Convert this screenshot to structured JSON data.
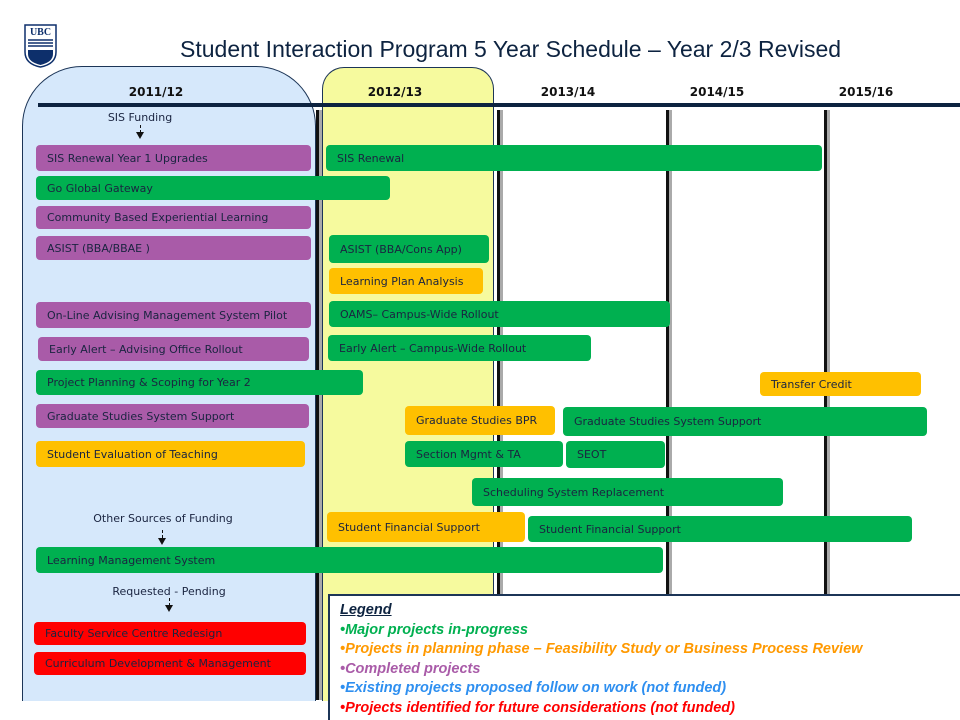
{
  "title": "Student Interaction Program 5 Year Schedule – Year 2/3 Revised",
  "logo_text": "UBC",
  "years": [
    "2011/12",
    "2012/13",
    "2013/14",
    "2014/15",
    "2015/16"
  ],
  "notes": {
    "sis_funding": "SIS Funding",
    "other_funding": "Other Sources of Funding",
    "requested": "Requested - Pending"
  },
  "colors": {
    "green": "#00b050",
    "purple": "#a95ba8",
    "orange": "#ffc000",
    "red": "#ff0000",
    "blue": "#2e8ff0"
  },
  "bars": [
    {
      "label": "SIS Renewal Year 1 Upgrades",
      "status": "completed"
    },
    {
      "label": "SIS Renewal",
      "status": "in-progress"
    },
    {
      "label": "Go Global Gateway",
      "status": "in-progress"
    },
    {
      "label": "Community Based Experiential Learning",
      "status": "completed"
    },
    {
      "label": "ASIST  (BBA/BBAE )",
      "status": "completed"
    },
    {
      "label": "ASIST  (BBA/Cons App)",
      "status": "in-progress"
    },
    {
      "label": "Learning Plan Analysis",
      "status": "planning"
    },
    {
      "label": "On-Line Advising Management System Pilot",
      "status": "completed"
    },
    {
      "label": "OAMS– Campus-Wide Rollout",
      "status": "in-progress"
    },
    {
      "label": "Early Alert – Advising Office Rollout",
      "status": "completed"
    },
    {
      "label": "Early Alert – Campus-Wide Rollout",
      "status": "in-progress"
    },
    {
      "label": "Project Planning & Scoping for Year 2",
      "status": "in-progress"
    },
    {
      "label": "Transfer Credit",
      "status": "planning"
    },
    {
      "label": "Graduate Studies System Support",
      "status": "completed"
    },
    {
      "label": "Graduate Studies BPR",
      "status": "planning"
    },
    {
      "label": "Graduate Studies System Support",
      "status": "in-progress"
    },
    {
      "label": "Student Evaluation of Teaching",
      "status": "planning"
    },
    {
      "label": "Section Mgmt & TA",
      "status": "in-progress"
    },
    {
      "label": "SEOT",
      "status": "in-progress"
    },
    {
      "label": "Scheduling System Replacement",
      "status": "in-progress"
    },
    {
      "label": "Student Financial Support",
      "status": "planning"
    },
    {
      "label": "Student Financial Support",
      "status": "in-progress"
    },
    {
      "label": "Learning Management System",
      "status": "in-progress"
    },
    {
      "label": "Faculty Service Centre Redesign",
      "status": "future"
    },
    {
      "label": "Curriculum Development & Management",
      "status": "future"
    }
  ],
  "legend": {
    "title": "Legend",
    "items": [
      {
        "text": "•Major projects  in-progress",
        "color": "#00b050"
      },
      {
        "text": "•Projects in planning phase – Feasibility Study or Business Process Review",
        "color": "#ff9900"
      },
      {
        "text": "•Completed projects",
        "color": "#a95ba8"
      },
      {
        "text": "•Existing projects proposed follow on work (not funded)",
        "color": "#2e8ff0"
      },
      {
        "text": "•Projects identified for future considerations (not funded)",
        "color": "#ff0000"
      }
    ]
  }
}
